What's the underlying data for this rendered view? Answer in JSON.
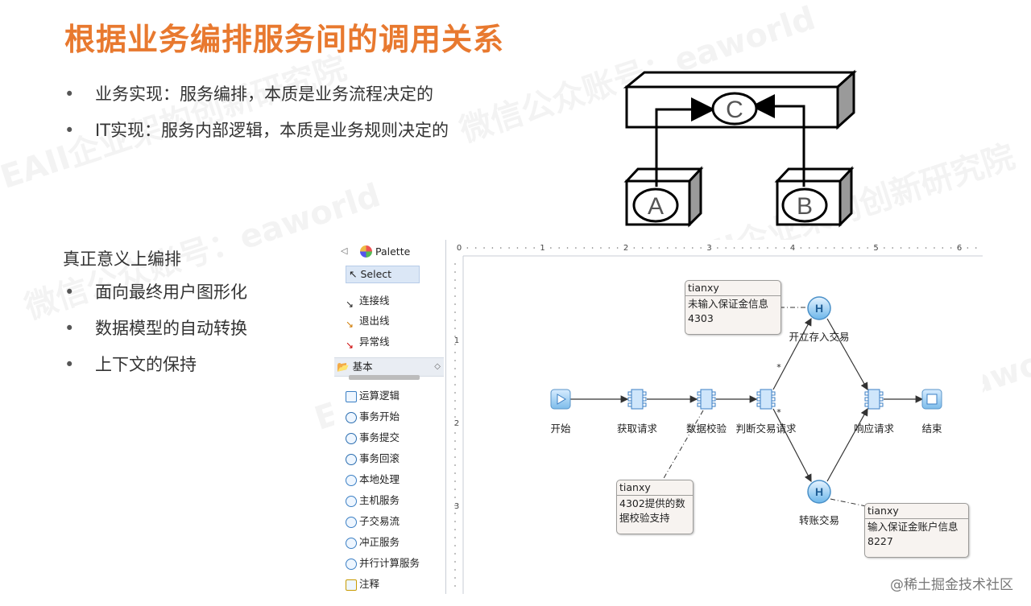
{
  "slide": {
    "title": "根据业务编排服务间的调用关系",
    "bullets_top": [
      "业务实现：服务编排，本质是业务流程决定的",
      "IT实现：服务内部逻辑，本质是业务规则决定的"
    ],
    "subheading": "真正意义上编排",
    "bullets_bottom": [
      "面向最终用户图形化",
      "数据模型的自动转换",
      "上下文的保持"
    ],
    "footer": "@稀土掘金技术社区",
    "accent_color": "#e8792f"
  },
  "abc_diagram": {
    "nodes": [
      "C",
      "A",
      "B"
    ]
  },
  "palette": {
    "header": "Palette",
    "select": "Select",
    "tools": [
      "连接线",
      "退出线",
      "异常线"
    ],
    "drawer": "基本",
    "items": [
      {
        "label": "运算逻辑",
        "icon": "logic-icon"
      },
      {
        "label": "事务开始",
        "icon": "transaction-start-icon"
      },
      {
        "label": "事务提交",
        "icon": "transaction-commit-icon"
      },
      {
        "label": "事务回滚",
        "icon": "transaction-rollback-icon"
      },
      {
        "label": "本地处理",
        "icon": "local-process-icon"
      },
      {
        "label": "主机服务",
        "icon": "host-service-icon"
      },
      {
        "label": "子交易流",
        "icon": "subflow-icon"
      },
      {
        "label": "冲正服务",
        "icon": "reversal-icon"
      },
      {
        "label": "并行计算服务",
        "icon": "parallel-icon"
      },
      {
        "label": "注释",
        "icon": "note-icon"
      }
    ]
  },
  "ruler": {
    "marks": [
      "0",
      "1",
      "2",
      "3",
      "4",
      "5",
      "6"
    ],
    "vmarks": [
      "1",
      "2",
      "3"
    ]
  },
  "flow": {
    "nodes": {
      "start": "开始",
      "get": "获取请求",
      "validate": "数据校验",
      "judge": "判断交易请求",
      "respond": "响应请求",
      "end": "结束",
      "open": "开立存入交易",
      "transfer": "转账交易",
      "h_glyph": "H"
    },
    "edge_marks": [
      "*",
      "*"
    ],
    "notes": [
      {
        "author": "tianxy",
        "lines": [
          "未输入保证金信息",
          "4303"
        ]
      },
      {
        "author": "tianxy",
        "lines": [
          "4302提供的数",
          "据校验支持"
        ]
      },
      {
        "author": "tianxy",
        "lines": [
          "输入保证金账户信息",
          "8227"
        ]
      }
    ]
  }
}
